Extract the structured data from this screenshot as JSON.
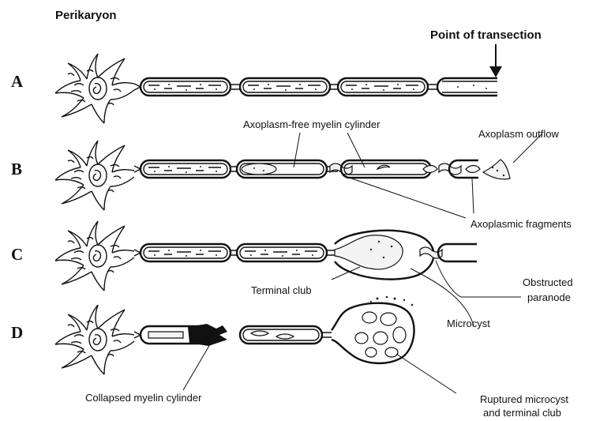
{
  "header": {
    "perikaryon": "Perikaryon",
    "transection": "Point of transection"
  },
  "rows": [
    {
      "letter": "A"
    },
    {
      "letter": "B"
    },
    {
      "letter": "C"
    },
    {
      "letter": "D"
    }
  ],
  "labels": {
    "axoplasm_free": "Axoplasm-free myelin cylinder",
    "axoplasm_outflow": "Axoplasm outflow",
    "axoplasmic_fragments": "Axoplasmic fragments",
    "terminal_club": "Terminal club",
    "obstructed_1": "Obstructed",
    "obstructed_2": "paranode",
    "microcyst": "Microcyst",
    "collapsed": "Collapsed myelin cylinder",
    "ruptured_1": "Ruptured microcyst",
    "ruptured_2": "and terminal club"
  }
}
